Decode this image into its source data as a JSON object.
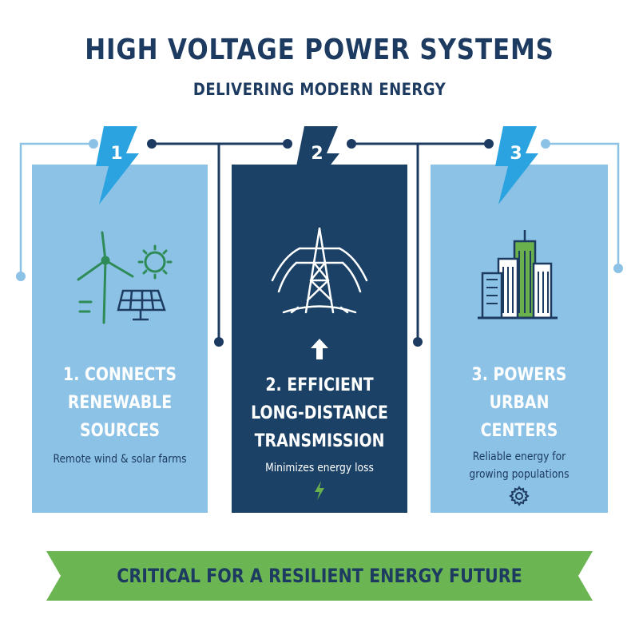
{
  "header": {
    "title": "HIGH VOLTAGE POWER SYSTEMS",
    "subtitle": "DELIVERING MODERN ENERGY"
  },
  "steps": [
    {
      "number": "1",
      "heading_lines": [
        "1. CONNECTS",
        "RENEWABLE",
        "SOURCES"
      ],
      "desc_lines": [
        "Remote wind & solar farms"
      ],
      "icon": "wind-solar-icon"
    },
    {
      "number": "2",
      "heading_lines": [
        "2. EFFICIENT",
        "LONG-DISTANCE",
        "TRANSMISSION"
      ],
      "desc_lines": [
        "Minimizes energy loss"
      ],
      "icon": "transmission-tower-icon"
    },
    {
      "number": "3",
      "heading_lines": [
        "3. POWERS",
        "URBAN",
        "CENTERS"
      ],
      "desc_lines": [
        "Reliable energy for",
        "growing populations"
      ],
      "icon": "city-buildings-icon"
    }
  ],
  "banner": {
    "text": "CRITICAL FOR A RESILIENT ENERGY FUTURE"
  },
  "colors": {
    "navy": "#1d3b60",
    "light_blue": "#8cc2e6",
    "dark_card": "#1b4166",
    "bolt_blue": "#2aa3e0",
    "green": "#6ab04c",
    "banner_green": "#6cb553"
  }
}
